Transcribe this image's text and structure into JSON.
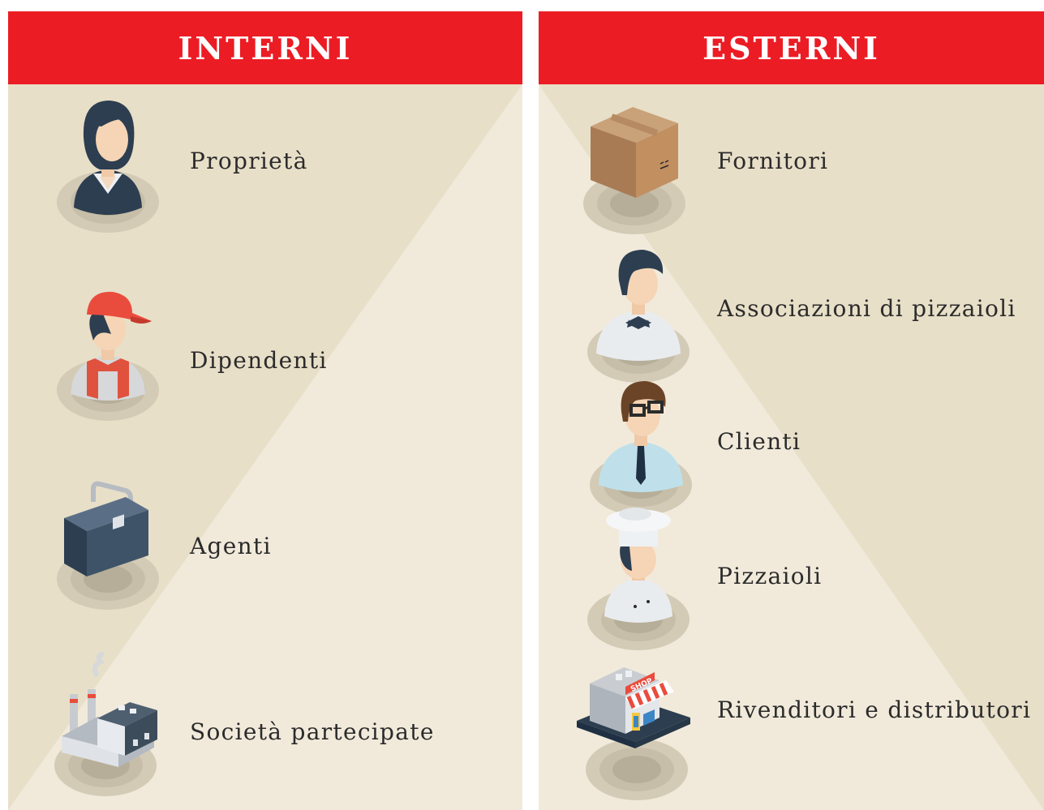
{
  "colors": {
    "header": "#ec1c24",
    "panel_background": "#e8dfc8",
    "light_triangle": "#f1eadb",
    "text": "#2b2b2b"
  },
  "internal": {
    "title": "INTERNI",
    "items": [
      {
        "label": "Proprietà",
        "icon": "businesswoman-icon"
      },
      {
        "label": "Dipendenti",
        "icon": "worker-icon"
      },
      {
        "label": "Agenti",
        "icon": "briefcase-icon"
      },
      {
        "label": "Società partecipate",
        "icon": "factory-icon"
      }
    ]
  },
  "external": {
    "title": "ESTERNI",
    "items": [
      {
        "label": "Fornitori",
        "icon": "box-icon"
      },
      {
        "label": "Associazioni di pizzaioli",
        "icon": "waiter-icon"
      },
      {
        "label": "Clienti",
        "icon": "client-icon"
      },
      {
        "label": "Pizzaioli",
        "icon": "chef-icon"
      },
      {
        "label": "Rivenditori e distributori",
        "icon": "shop-icon"
      }
    ],
    "shop_sign": "SHOP"
  }
}
